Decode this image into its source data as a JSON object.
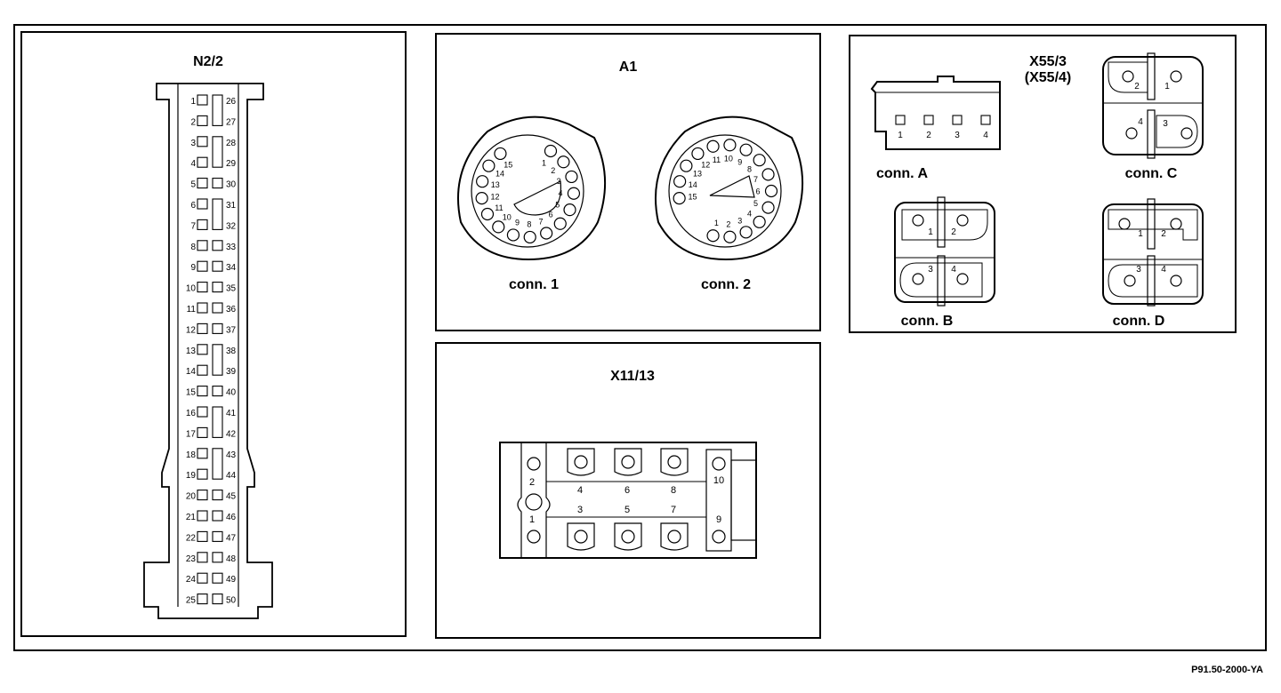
{
  "figure_code": "P91.50-2000-YA",
  "n22": {
    "title": "N2/2",
    "left_pins": [
      "1",
      "2",
      "3",
      "4",
      "5",
      "6",
      "7",
      "8",
      "9",
      "10",
      "11",
      "12",
      "13",
      "14",
      "15",
      "16",
      "17",
      "18",
      "19",
      "20",
      "21",
      "22",
      "23",
      "24",
      "25"
    ],
    "right_pins": [
      "26",
      "27",
      "28",
      "29",
      "30",
      "31",
      "32",
      "33",
      "34",
      "35",
      "36",
      "37",
      "38",
      "39",
      "40",
      "41",
      "42",
      "43",
      "44",
      "45",
      "46",
      "47",
      "48",
      "49",
      "50"
    ]
  },
  "a1": {
    "title": "A1",
    "conn1_label": "conn. 1",
    "conn2_label": "conn. 2",
    "conn1_pins": [
      "1",
      "2",
      "3",
      "4",
      "5",
      "6",
      "7",
      "8",
      "9",
      "10",
      "11",
      "12",
      "13",
      "14",
      "15"
    ],
    "conn2_pins": [
      "1",
      "2",
      "3",
      "4",
      "5",
      "6",
      "7",
      "8",
      "9",
      "10",
      "11",
      "12",
      "13",
      "14",
      "15"
    ]
  },
  "x1113": {
    "title": "X11/13",
    "pins": [
      "1",
      "2",
      "3",
      "4",
      "5",
      "6",
      "7",
      "8",
      "9",
      "10"
    ]
  },
  "x553": {
    "title": "X55/3",
    "subtitle": "(X55/4)",
    "conn_a": {
      "label": "conn. A",
      "pins": [
        "1",
        "2",
        "3",
        "4"
      ]
    },
    "conn_b": {
      "label": "conn. B",
      "pins": [
        "1",
        "2",
        "3",
        "4"
      ]
    },
    "conn_c": {
      "label": "conn. C",
      "pins": [
        "1",
        "2",
        "3",
        "4"
      ]
    },
    "conn_d": {
      "label": "conn. D",
      "pins": [
        "1",
        "2",
        "3",
        "4"
      ]
    }
  }
}
